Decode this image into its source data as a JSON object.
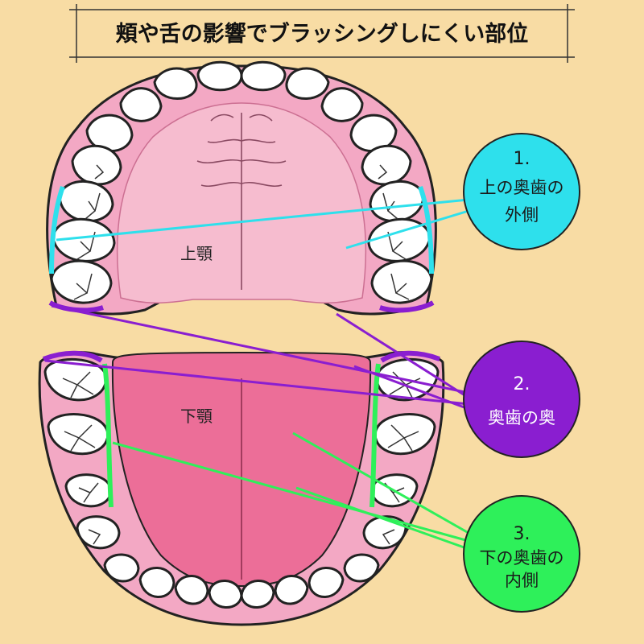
{
  "title": "頬や舌の影響でブラッシングしにくい部位",
  "jaws": {
    "upper": "上顎",
    "lower": "下顎"
  },
  "callouts": [
    {
      "number": "1.",
      "line1": "上の奥歯の",
      "line2": "外側",
      "color": "#2ee0ec",
      "text_color": "#1a1a1a"
    },
    {
      "number": "2.",
      "line1": "奥歯の奥",
      "line2": "",
      "color": "#8a1ed0",
      "text_color": "#ffffff"
    },
    {
      "number": "3.",
      "line1": "下の奥歯の",
      "line2": "内側",
      "color": "#2ef05a",
      "text_color": "#1a1a1a"
    }
  ],
  "colors": {
    "background": "#f8dca4",
    "gum": "#f3a8c4",
    "palate": "#f6bccf",
    "tongue": "#ec6e98",
    "tooth": "#ffffff",
    "outline": "#222222"
  }
}
